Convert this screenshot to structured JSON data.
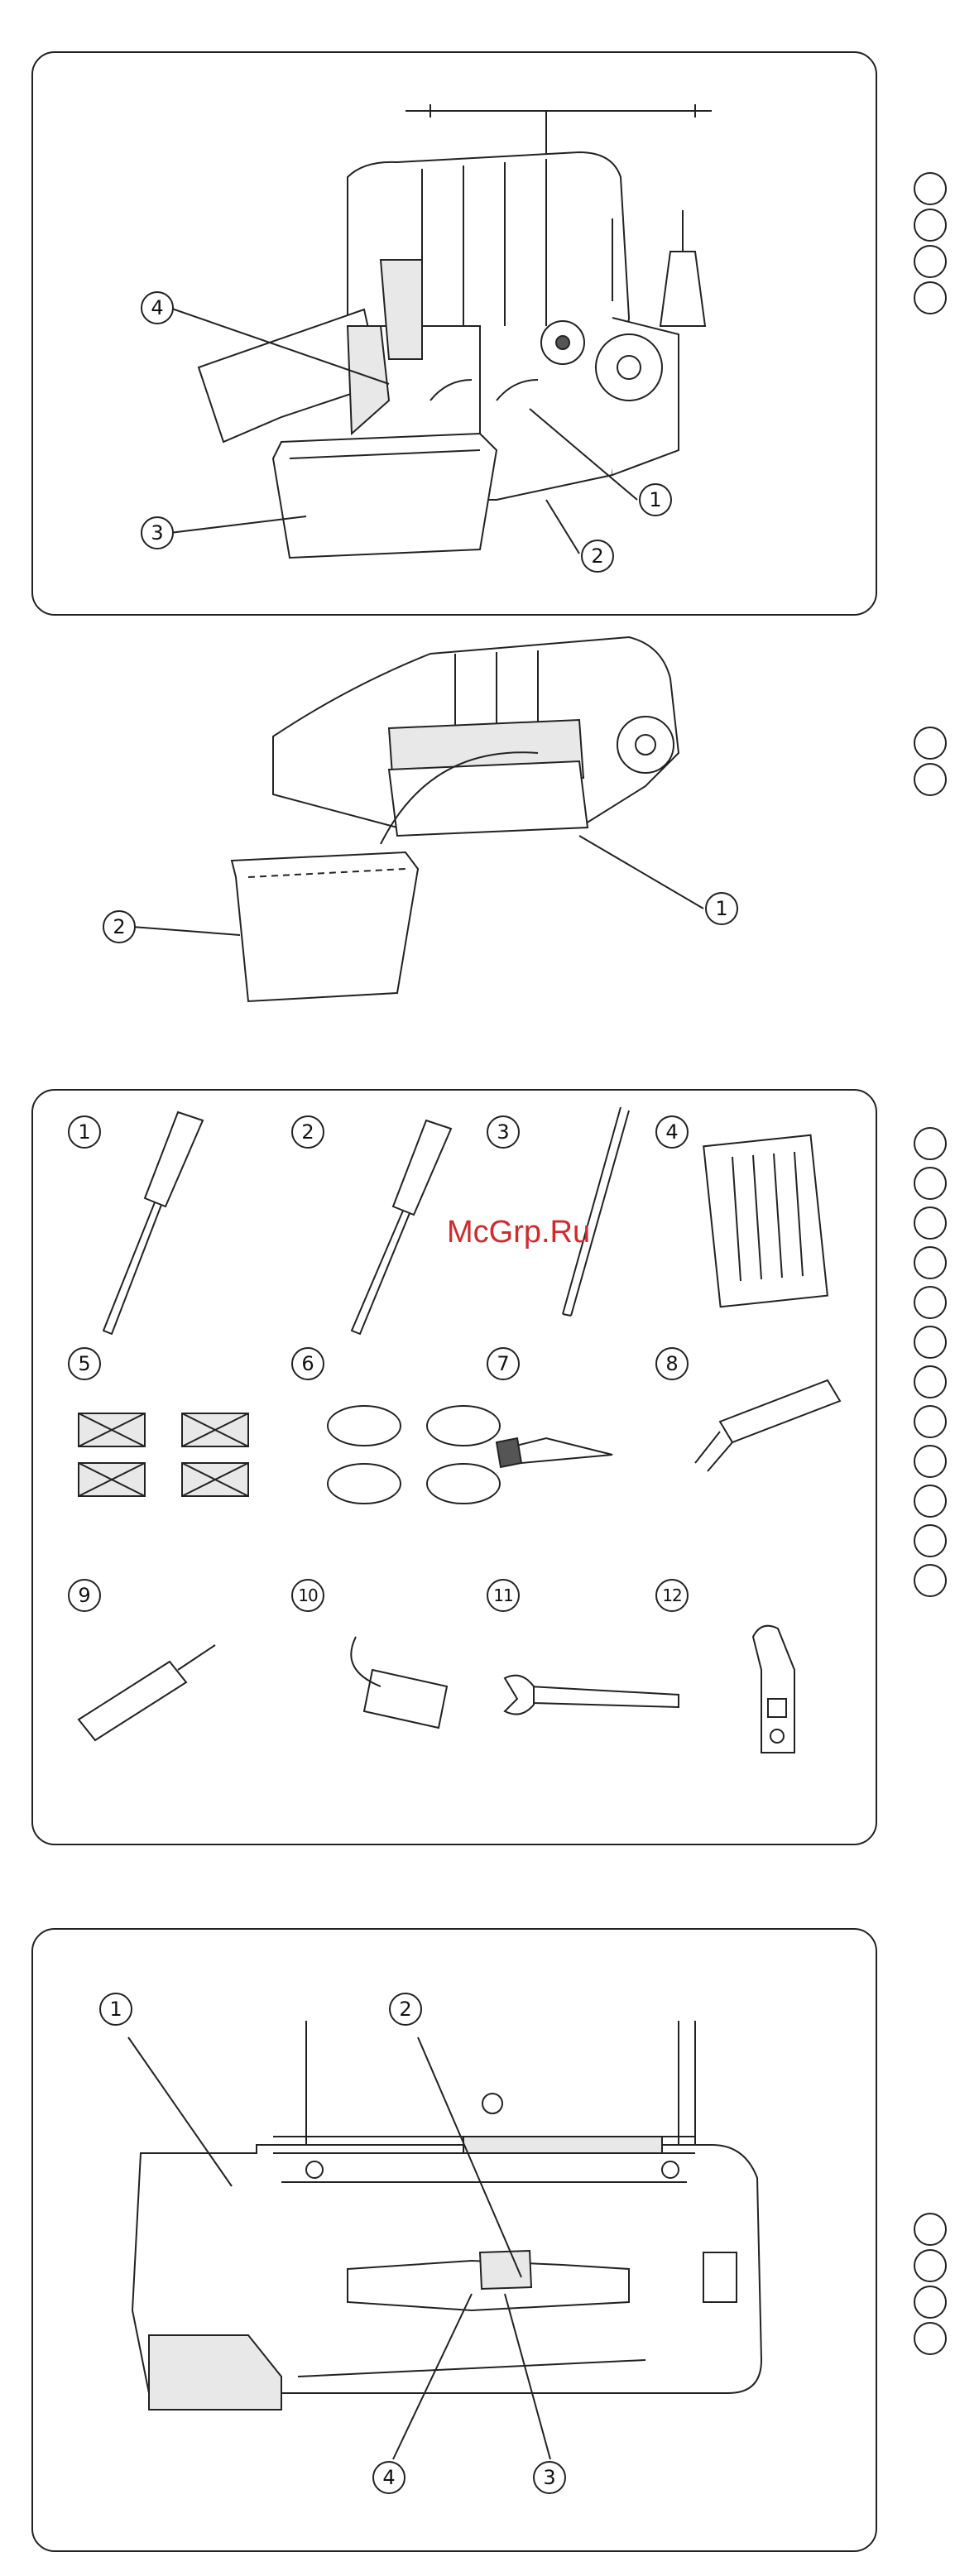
{
  "watermark": "McGrp.Ru",
  "panel1": {
    "callouts": [
      "4",
      "3",
      "1",
      "2"
    ]
  },
  "panel2": {
    "callouts": [
      "2",
      "1"
    ]
  },
  "panel3": {
    "callouts": [
      "1",
      "2",
      "3",
      "4",
      "5",
      "6",
      "7",
      "8",
      "9",
      "10",
      "11",
      "12"
    ]
  },
  "panel4": {
    "callouts": [
      "1",
      "2",
      "4",
      "3"
    ]
  },
  "side_markers": {
    "group1": 4,
    "group2": 2,
    "group3": 12,
    "group4": 4
  }
}
